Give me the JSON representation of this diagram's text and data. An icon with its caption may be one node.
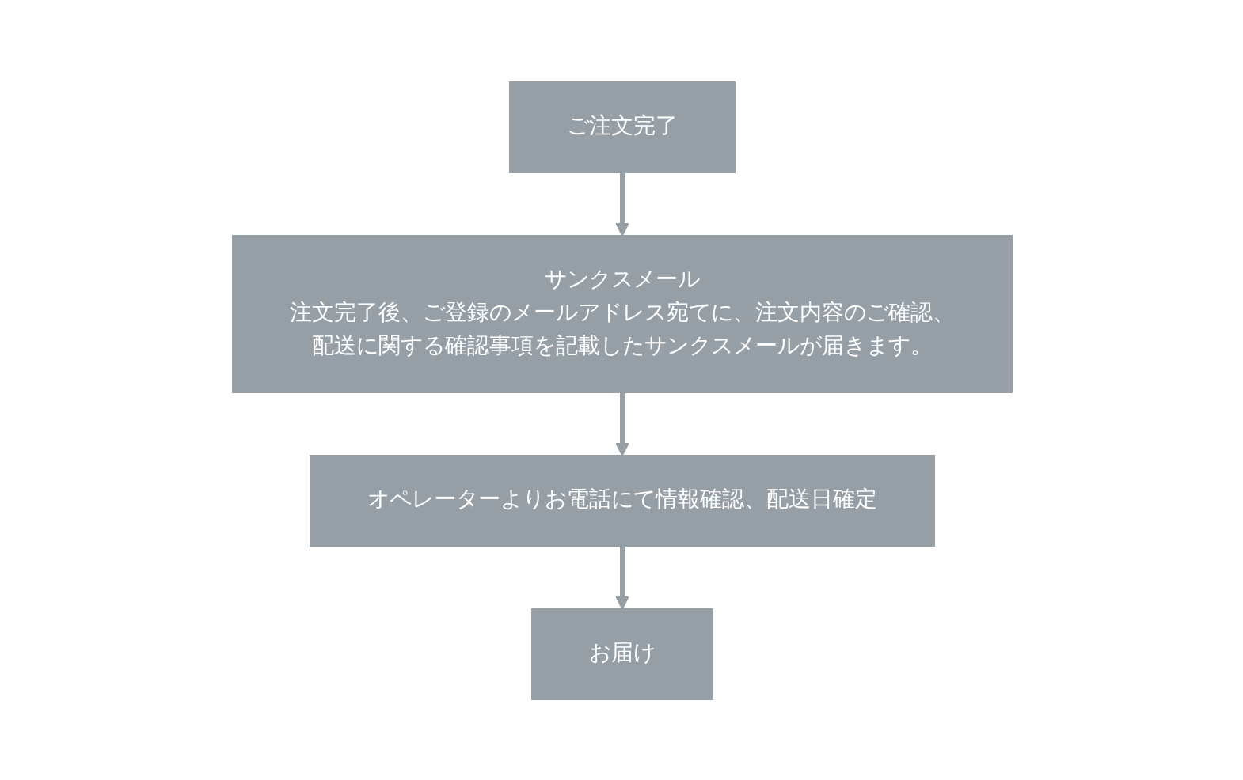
{
  "diagram": {
    "nodes": [
      {
        "text": [
          "ご注文完了"
        ]
      },
      {
        "text": [
          "サンクスメール",
          "注文完了後、ご登録のメールアドレス宛てに、注文内容のご確認、配送に関する確認事項を記載したサンクスメールが届きます。"
        ]
      },
      {
        "text": [
          "オペレーターよりお電話にて情報確認、配送日確定"
        ]
      },
      {
        "text": [
          "お届け"
        ]
      }
    ],
    "edges": [
      {
        "from": 0,
        "to": 1,
        "arrow": "to"
      },
      {
        "from": 1,
        "to": 2,
        "arrow": "to"
      },
      {
        "from": 2,
        "to": 3,
        "arrow": "to"
      }
    ]
  }
}
